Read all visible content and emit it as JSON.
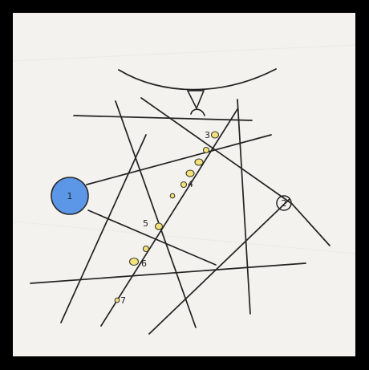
{
  "image": {
    "frame_color": "#000000",
    "paper_color": "#f3f2ee",
    "ink_color": "#222222",
    "accent_blue": "#5b97e6",
    "accent_yellow": "#f3e27a"
  },
  "labels": {
    "node_1": "1",
    "node_2": "2",
    "node_3": "3",
    "node_4": "4",
    "node_5": "5",
    "node_6": "6",
    "node_7": "7"
  }
}
